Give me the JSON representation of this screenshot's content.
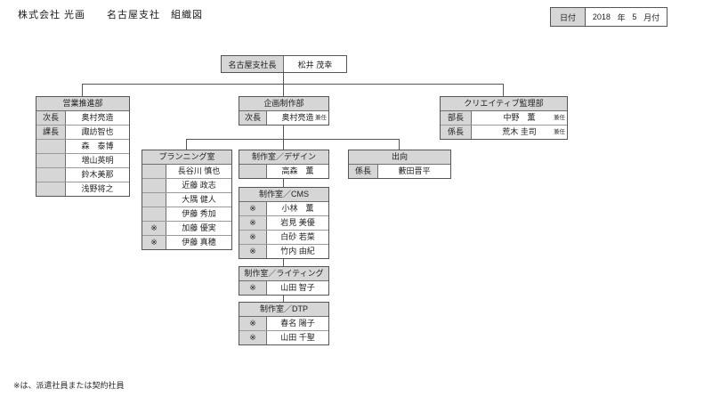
{
  "page": {
    "title": "株式会社 光画　　名古屋支社　組織図",
    "footnote": "※は、派遣社員または契約社員"
  },
  "colors": {
    "cell_fill_gray": "#d6d6d6",
    "border": "#555555",
    "background": "#ffffff"
  },
  "date_box": {
    "label": "日付",
    "year": "2018",
    "year_unit": "年",
    "month": "5",
    "month_unit": "月付"
  },
  "root_box": {
    "role": "名古屋支社長",
    "name": "松井 茂幸"
  },
  "sales": {
    "title": "営業推進部",
    "rows": [
      {
        "role": "次長",
        "name": "奥村亮造"
      },
      {
        "role": "課長",
        "name": "諏訪智也"
      },
      {
        "role": "",
        "name": "森　泰博"
      },
      {
        "role": "",
        "name": "増山英明"
      },
      {
        "role": "",
        "name": "鈴木美那"
      },
      {
        "role": "",
        "name": "浅野将之"
      }
    ]
  },
  "planning_dept": {
    "title": "企画制作部",
    "rows": [
      {
        "role": "次長",
        "name": "奥村亮造",
        "note": "兼任"
      }
    ]
  },
  "creative": {
    "title": "クリエイティブ監理部",
    "rows": [
      {
        "role": "部長",
        "name": "中野　薫",
        "note": "兼任"
      },
      {
        "role": "係長",
        "name": "荒木 圭司",
        "note": "兼任"
      }
    ]
  },
  "planning_room": {
    "title": "プランニング室",
    "rows": [
      {
        "mark": "",
        "name": "長谷川 慎也"
      },
      {
        "mark": "",
        "name": "近藤 政志"
      },
      {
        "mark": "",
        "name": "大隅 健人"
      },
      {
        "mark": "",
        "name": "伊藤 秀加"
      },
      {
        "mark": "※",
        "name": "加藤 優実"
      },
      {
        "mark": "※",
        "name": "伊藤 真穂"
      }
    ]
  },
  "design_room": {
    "title": "制作室／デザイン",
    "rows": [
      {
        "mark": "",
        "name": "高森　薫"
      }
    ]
  },
  "secondment": {
    "title": "出向",
    "rows": [
      {
        "role": "係長",
        "name": "藪田晋平"
      }
    ]
  },
  "cms_room": {
    "title": "制作室／CMS",
    "rows": [
      {
        "mark": "※",
        "name": "小林　薫"
      },
      {
        "mark": "※",
        "name": "岩見 美優"
      },
      {
        "mark": "※",
        "name": "白砂 若菜"
      },
      {
        "mark": "※",
        "name": "竹内 由紀"
      }
    ]
  },
  "writing_room": {
    "title": "制作室／ライティング",
    "rows": [
      {
        "mark": "※",
        "name": "山田 智子"
      }
    ]
  },
  "dtp_room": {
    "title": "制作室／DTP",
    "rows": [
      {
        "mark": "※",
        "name": "春名 陽子"
      },
      {
        "mark": "※",
        "name": "山田 千聖"
      }
    ]
  }
}
